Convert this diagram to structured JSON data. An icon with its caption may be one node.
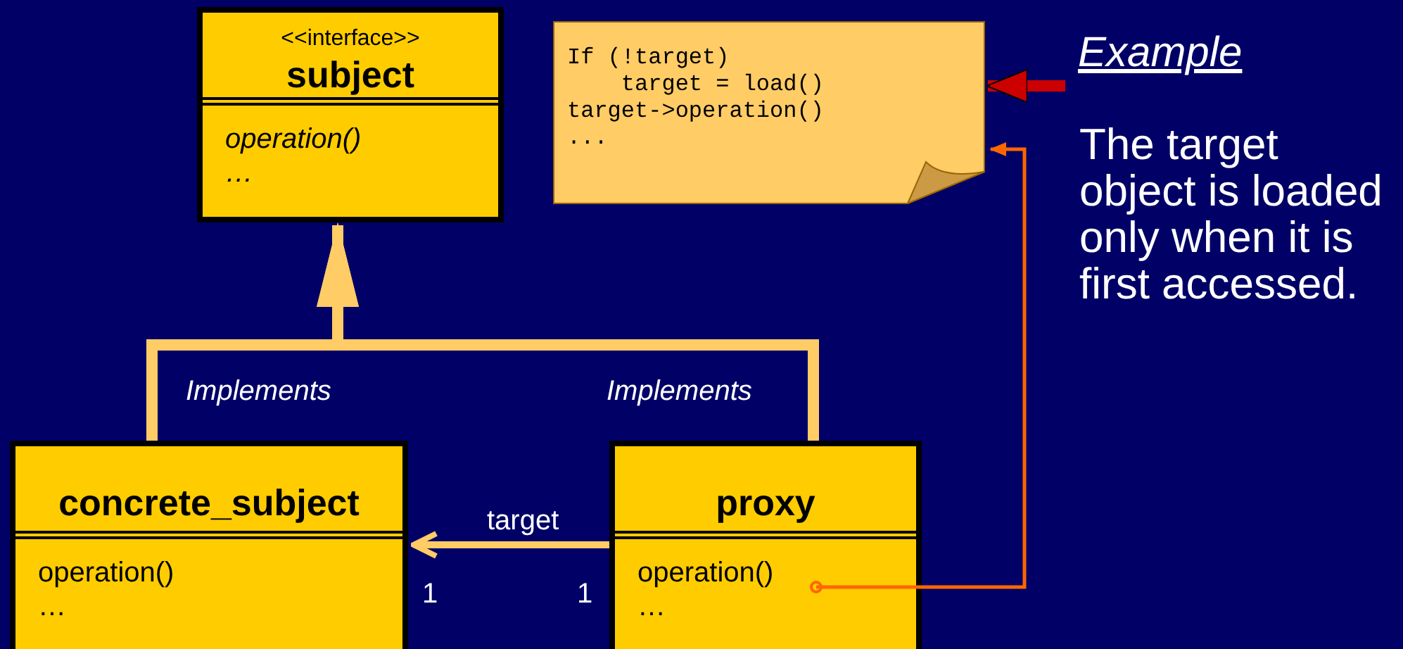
{
  "diagram": {
    "nodes": [
      {
        "text": [
          "<<interface>>",
          "subject",
          "operation()",
          "…"
        ]
      },
      {
        "text": [
          "If (!target)",
          "    target = load()",
          "target->operation()",
          "..."
        ]
      },
      {
        "text": [
          "Example"
        ]
      },
      {
        "text": [
          "concrete_subject",
          "operation()",
          "…"
        ],
        "beside": [
          "1"
        ]
      },
      {
        "text": [
          "proxy",
          "operation()",
          "…"
        ],
        "beside": [
          "1"
        ]
      }
    ],
    "edges": [
      {
        "from": 3,
        "to": 0,
        "arrow": "to",
        "label": "Implements"
      },
      {
        "from": 4,
        "to": 0,
        "arrow": "to",
        "label": "Implements"
      },
      {
        "from": 4,
        "to": 3,
        "arrow": "to",
        "label": "target"
      },
      {
        "from": 2,
        "to": 1,
        "arrow": "to",
        "color": "#cc0000"
      },
      {
        "from": 4,
        "to": 1,
        "arrow": "to",
        "color": "#ff6600"
      }
    ],
    "labels": [
      "The target object is loaded only when it is first accessed."
    ]
  }
}
